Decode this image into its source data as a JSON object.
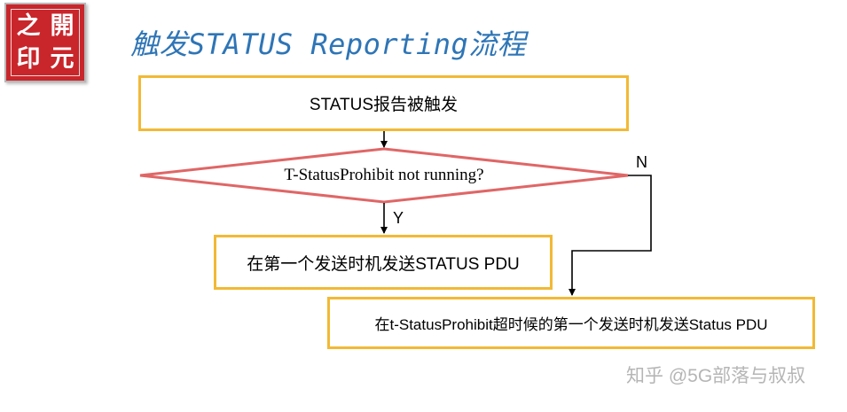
{
  "logo": {
    "chars": [
      "之",
      "開",
      "印",
      "元"
    ]
  },
  "title": "触发STATUS Reporting流程",
  "flow": {
    "start_box": "STATUS报告被触发",
    "decision": "T-StatusProhibit not running?",
    "branch_yes_label": "Y",
    "branch_no_label": "N",
    "yes_box": "在第一个发送时机发送STATUS PDU",
    "no_box": "在t-StatusProhibit超时候的第一个发送时机发送Status PDU"
  },
  "watermark": "知乎 @5G部落与叔叔",
  "colors": {
    "title": "#2e75b6",
    "box_border": "#f2b934",
    "decision_border": "#e06666",
    "logo_bg": "#c8262b",
    "arrow": "#000000"
  }
}
